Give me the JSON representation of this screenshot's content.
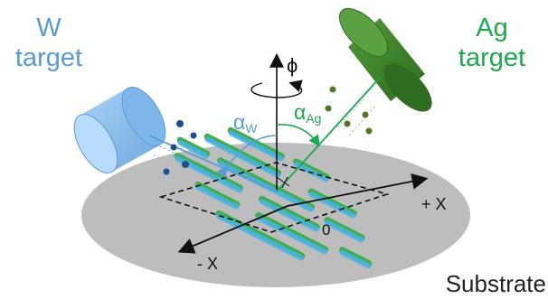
{
  "labels": {
    "w_target_line1": "W",
    "w_target_line2": "target",
    "ag_target_line1": "Ag",
    "ag_target_line2": "target",
    "rotation": "ϕ",
    "alpha_w_base": "α",
    "alpha_w_sub": "W",
    "alpha_ag_base": "α",
    "alpha_ag_sub": "Ag",
    "plus_x": "+ X",
    "minus_x": "- X",
    "origin": "0",
    "substrate": "Substrate"
  },
  "colors": {
    "w_blue": "#5b9bd5",
    "w_target_fill": "#86bdf0",
    "ag_green": "#1fa84f",
    "ag_target_fill": "#3a7d2a",
    "substrate": "#bfbfbf",
    "stripe_blue": "#4bb3e6",
    "stripe_green": "#3fae49",
    "particle_w": "#1f4e8c",
    "particle_ag": "#4c7a23"
  },
  "icons": {
    "rotation_arrow": "curved-rotation-arrow-icon"
  }
}
